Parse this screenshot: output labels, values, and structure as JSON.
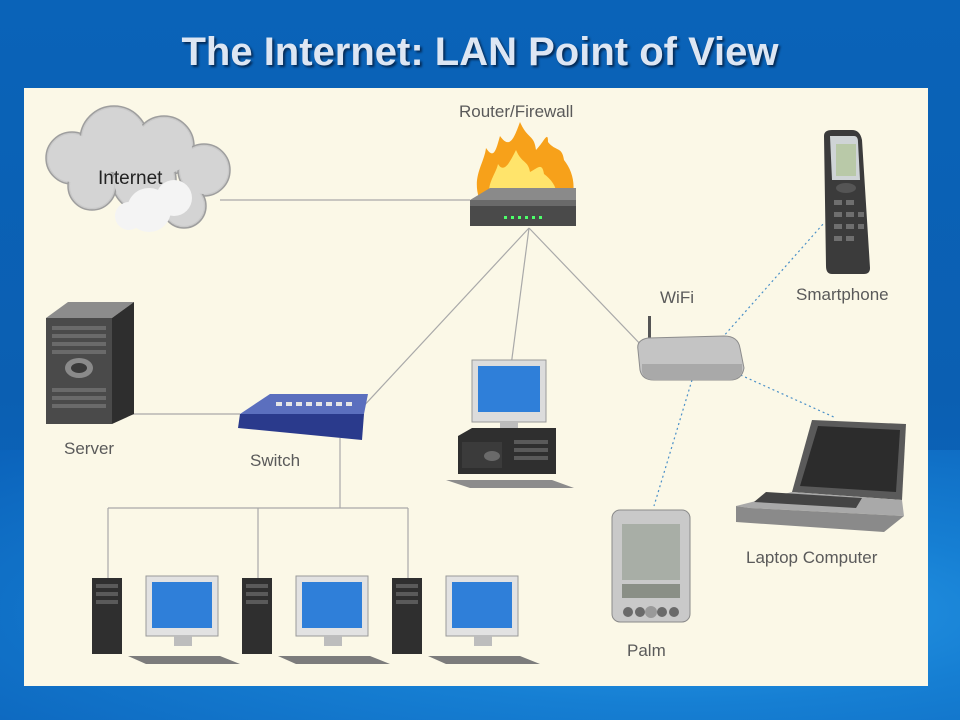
{
  "slide": {
    "title": "The Internet: LAN Point of View"
  },
  "labels": {
    "internet": "Internet",
    "router": "Router/Firewall",
    "wifi": "WiFi",
    "smartphone": "Smartphone",
    "server": "Server",
    "switch": "Switch",
    "laptop": "Laptop Computer",
    "palm": "Palm"
  },
  "colors": {
    "background": "#0b5fb2",
    "panel": "#fbf8e7",
    "title": "#dde6f3",
    "wired_link": "#a9a9a9",
    "wireless_link": "#4a90c8",
    "monitor_screen": "#2f7fd9",
    "flame_outer": "#f7a11a",
    "flame_inner": "#ffe46b"
  },
  "icons": [
    "cloud-icon",
    "router-icon",
    "flame-icon",
    "wifi-router-icon",
    "smartphone-icon",
    "server-icon",
    "switch-icon",
    "desktop-computer-icon",
    "laptop-icon",
    "palm-pda-icon"
  ]
}
